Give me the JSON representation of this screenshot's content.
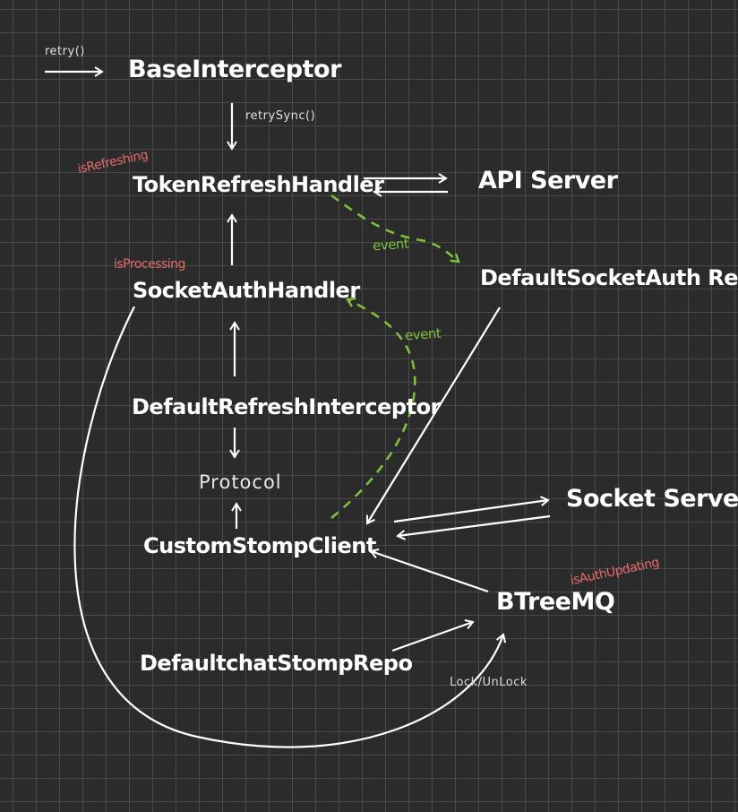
{
  "nodes": {
    "base_interceptor": "BaseInterceptor",
    "token_refresh_handler": "TokenRefreshHandler",
    "api_server": "API Server",
    "default_socket_auth_repo": "DefaultSocketAuth Repo",
    "socket_auth_handler": "SocketAuthHandler",
    "default_refresh_interceptor": "DefaultRefreshInterceptor",
    "protocol": "Protocol",
    "custom_stomp_client": "CustomStompClient",
    "socket_server": "Socket Server",
    "btree_mq": "BTreeMQ",
    "default_chat_stomp_repo": "DefaultchatStompRepo"
  },
  "edge_labels": {
    "retry": "retry()",
    "retry_sync": "retrySync()",
    "event_1": "event",
    "event_2": "event",
    "lock_unlock": "Lock/UnLock"
  },
  "states": {
    "is_refreshing": "isRefreshing",
    "is_processing": "isProcessing",
    "is_auth_updating": "isAuthUpdating"
  },
  "colors": {
    "background": "#2b2b2b",
    "grid": "#4a4a4a",
    "text": "#ffffff",
    "state_text": "#e76b6b",
    "event_text": "#7cc13e",
    "event_arrow": "#7cc13e"
  }
}
